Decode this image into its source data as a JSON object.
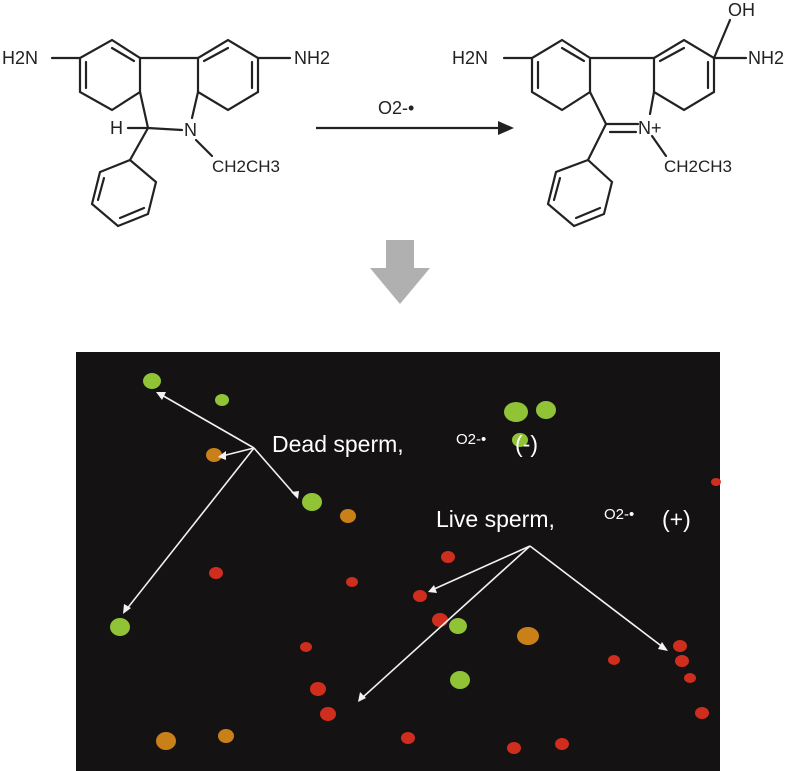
{
  "scheme": {
    "reactant": {
      "left_group": "H2N",
      "right_group": "NH2",
      "hydrogen": "H",
      "nitrogen": "N",
      "ethyl": "CH2CH3"
    },
    "product": {
      "left_group": "H2N",
      "right_group": "NH2",
      "hydroxyl": "OH",
      "nitrogen": "N+",
      "ethyl": "CH2CH3"
    },
    "reagent": "O2-•",
    "colors": {
      "ink": "#222222",
      "down_arrow": "#b0b0b0"
    }
  },
  "micrograph": {
    "background": "#141212",
    "colors": {
      "dead": "#9bd23a",
      "live": "#e0301e",
      "mixed": "#d98a1a",
      "annotation": "#ffffff"
    },
    "labels": [
      {
        "name": "dead",
        "text": "Dead sperm,",
        "species": "O2-•",
        "sign": "(-)"
      },
      {
        "name": "live",
        "text": "Live sperm,",
        "species": "O2-•",
        "sign": "(+)"
      }
    ]
  }
}
